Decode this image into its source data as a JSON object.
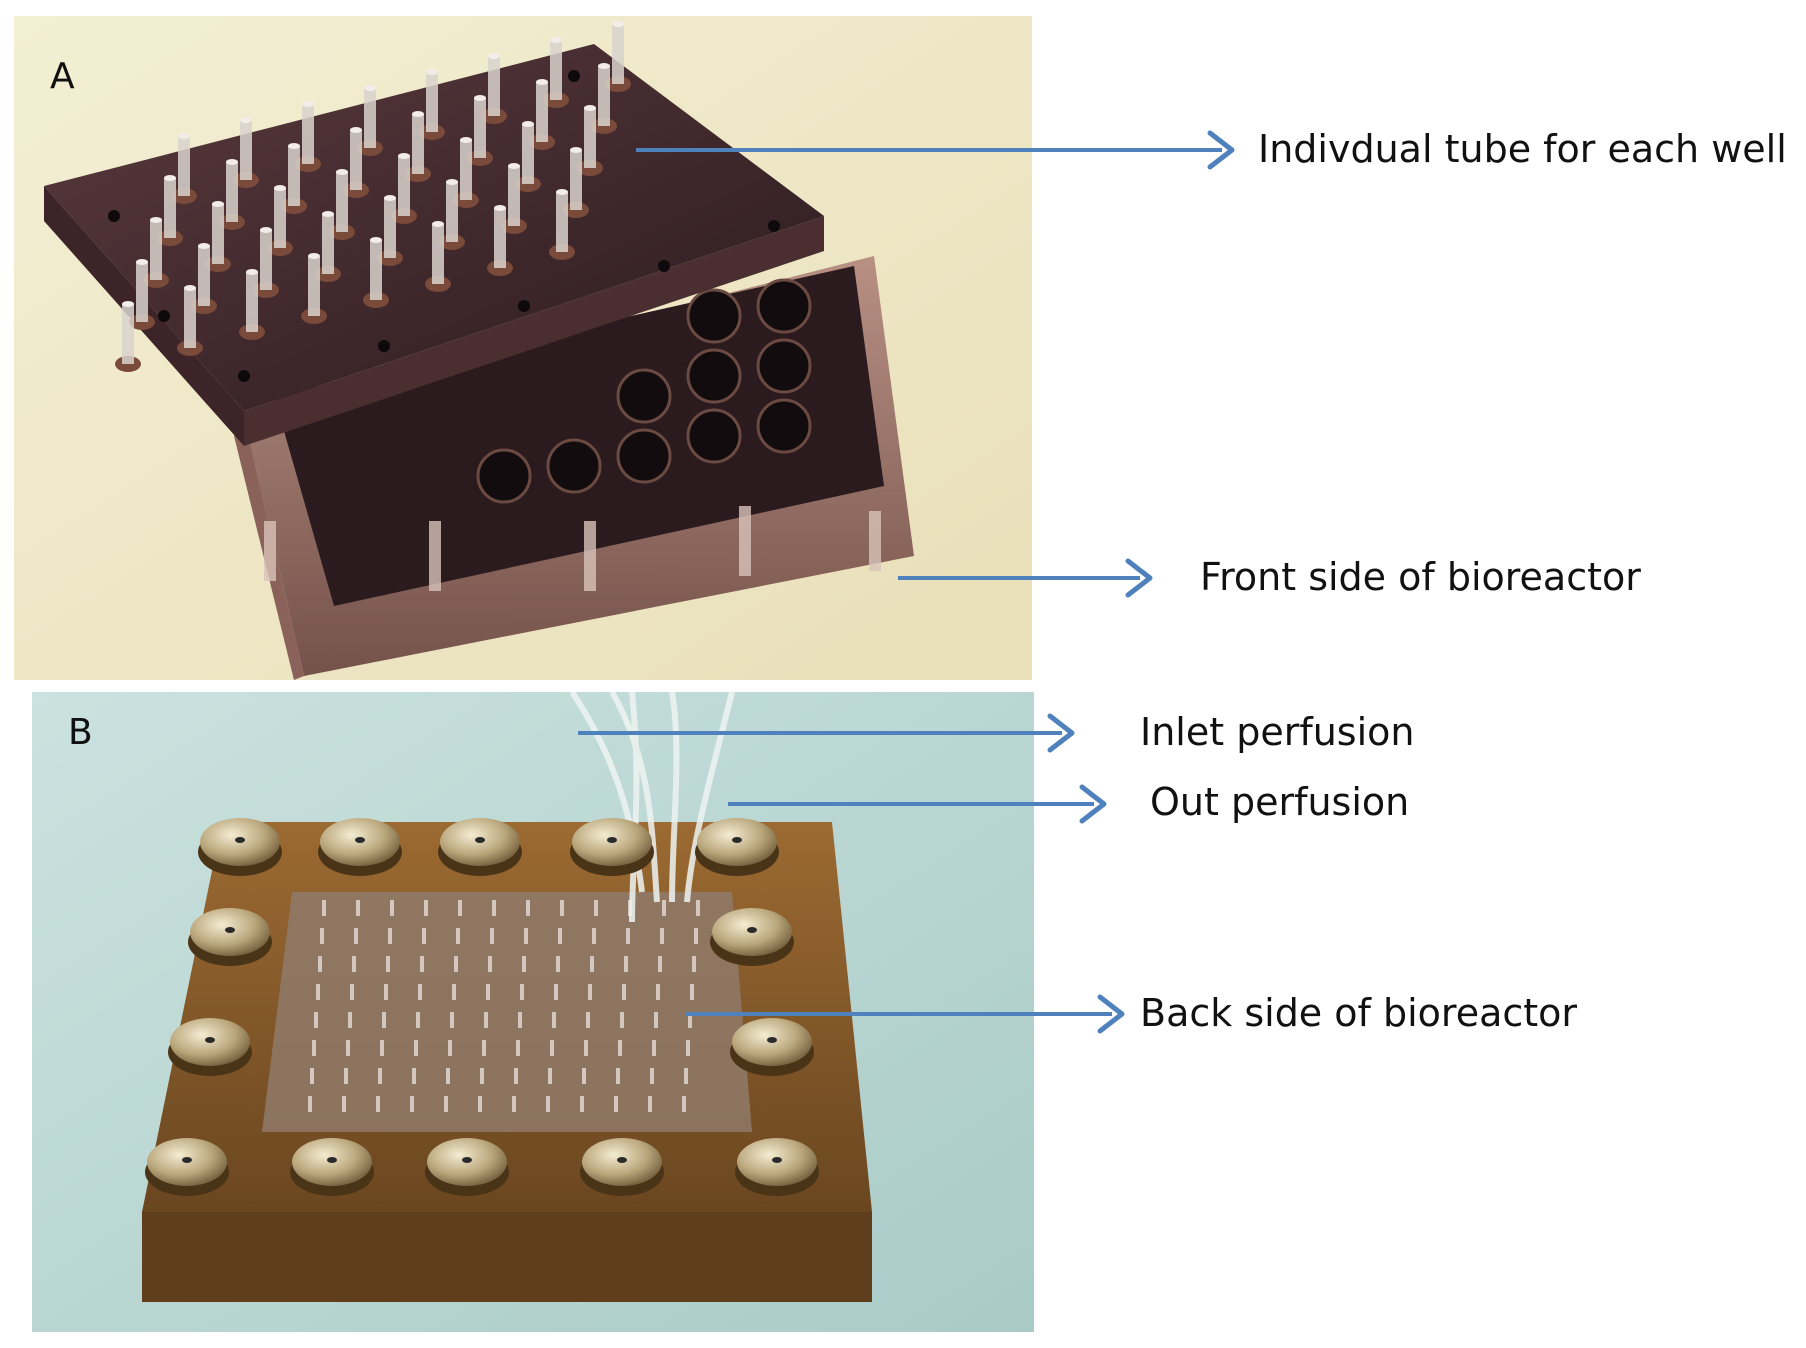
{
  "panels": {
    "a": {
      "letter": "A"
    },
    "b": {
      "letter": "B"
    }
  },
  "annotations": {
    "tube": "Indivdual tube for each well",
    "front": "Front side of bioreactor",
    "inlet": "Inlet perfusion",
    "outlet": "Out perfusion",
    "back": "Back side of bioreactor"
  },
  "colors": {
    "arrow": "#4f81bd",
    "panel_a_background": "#f2eccc",
    "panel_b_background": "#bfd9d6",
    "device_body": "#6a3f34",
    "well_plate": "#1c1416"
  }
}
